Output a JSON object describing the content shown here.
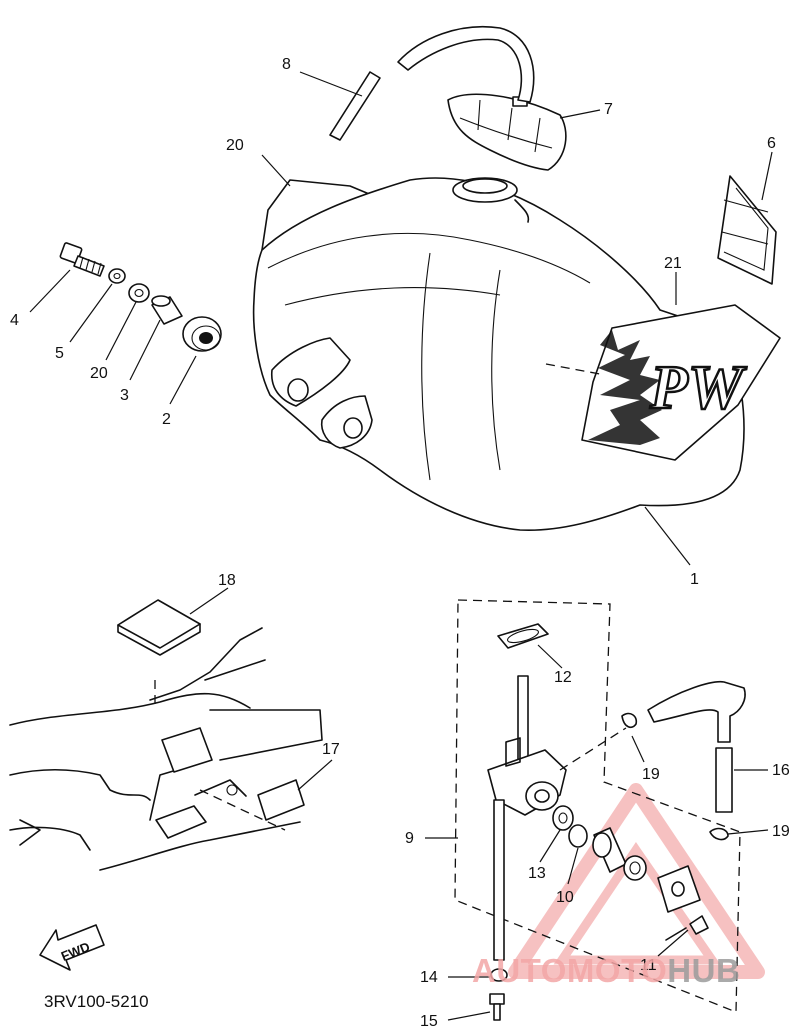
{
  "callouts": [
    {
      "id": "c1",
      "label": "1"
    },
    {
      "id": "c2",
      "label": "2"
    },
    {
      "id": "c3",
      "label": "3"
    },
    {
      "id": "c4",
      "label": "4"
    },
    {
      "id": "c5",
      "label": "5"
    },
    {
      "id": "c6",
      "label": "6"
    },
    {
      "id": "c7",
      "label": "7"
    },
    {
      "id": "c8",
      "label": "8"
    },
    {
      "id": "c9",
      "label": "9"
    },
    {
      "id": "c10",
      "label": "10"
    },
    {
      "id": "c11",
      "label": "11"
    },
    {
      "id": "c12",
      "label": "12"
    },
    {
      "id": "c13",
      "label": "13"
    },
    {
      "id": "c14",
      "label": "14"
    },
    {
      "id": "c15",
      "label": "15"
    },
    {
      "id": "c16",
      "label": "16"
    },
    {
      "id": "c17",
      "label": "17"
    },
    {
      "id": "c18",
      "label": "18"
    },
    {
      "id": "c19a",
      "label": "19"
    },
    {
      "id": "c19b",
      "label": "19"
    },
    {
      "id": "c20a",
      "label": "20"
    },
    {
      "id": "c20b",
      "label": "20"
    },
    {
      "id": "c21",
      "label": "21"
    }
  ],
  "emblem_text": "PW",
  "fwd_label": "FWD",
  "diagram_code": "3RV100-5210",
  "watermark": {
    "part1": "AUTO",
    "part2": "MOTO",
    "part3": "HUB",
    "colors": {
      "primary": "#f3a6a6",
      "secondary": "#9c9c9c"
    }
  }
}
